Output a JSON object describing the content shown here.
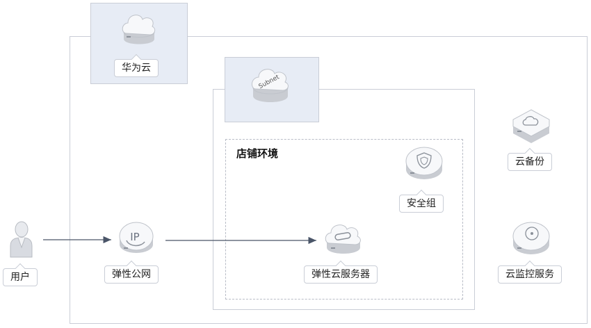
{
  "cloud": {
    "label": "华为云",
    "icon": "cloud-icon"
  },
  "subnet": {
    "label": "Subnet",
    "icon": "subnet-cloud-icon"
  },
  "store_env": {
    "title": "店铺环境"
  },
  "nodes": {
    "user": {
      "label": "用户",
      "icon": "user-icon"
    },
    "eip": {
      "label": "弹性公网",
      "icon": "eip-icon"
    },
    "ecs": {
      "label": "弹性云服务器",
      "icon": "ecs-icon"
    },
    "sg": {
      "label": "安全组",
      "icon": "shield-icon"
    },
    "backup": {
      "label": "云备份",
      "icon": "backup-icon"
    },
    "monitor": {
      "label": "云监控服务",
      "icon": "monitor-icon"
    }
  },
  "colors": {
    "border": "#c9cdd6",
    "tile": "#e7ecf5",
    "arrow": "#4a5568",
    "icon_top": "#f7f8fa",
    "icon_side": "#c9ccd2"
  }
}
